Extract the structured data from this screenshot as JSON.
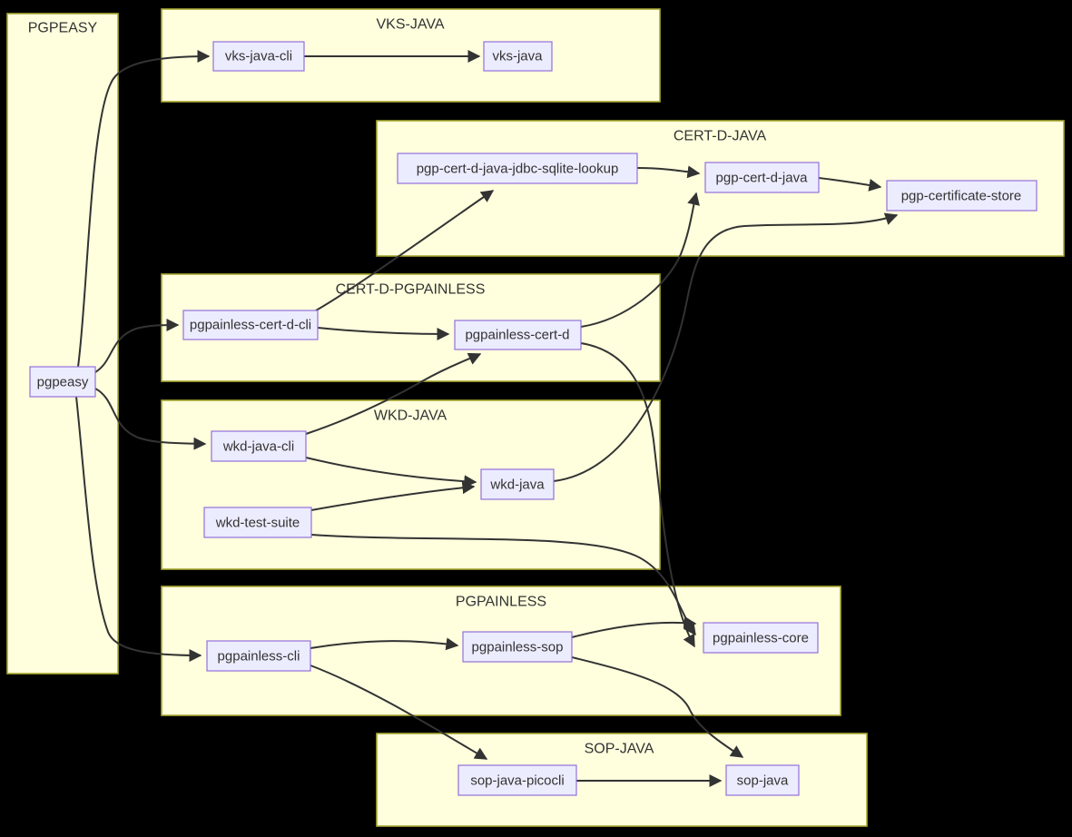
{
  "diagram": {
    "type": "dependency-graph",
    "colors": {
      "background": "#000000",
      "cluster_fill": "#ffffde",
      "cluster_border": "#aaaa33",
      "node_fill": "#ececff",
      "node_border": "#9370db",
      "edge": "#333333",
      "text": "#333333"
    }
  },
  "clusters": {
    "pgpeasy_group": {
      "label": "PGPEASY",
      "nodes": [
        "pgpeasy"
      ]
    },
    "vks_java_group": {
      "label": "VKS-JAVA",
      "nodes": [
        "vks-java-cli",
        "vks-java"
      ]
    },
    "cert_d_java_group": {
      "label": "CERT-D-JAVA",
      "nodes": [
        "pgp-cert-d-java-jdbc-sqlite-lookup",
        "pgp-cert-d-java",
        "pgp-certificate-store"
      ]
    },
    "cert_d_pgpainless_group": {
      "label": "CERT-D-PGPAINLESS",
      "nodes": [
        "pgpainless-cert-d-cli",
        "pgpainless-cert-d"
      ]
    },
    "wkd_java_group": {
      "label": "WKD-JAVA",
      "nodes": [
        "wkd-java-cli",
        "wkd-test-suite",
        "wkd-java"
      ]
    },
    "pgpainless_group": {
      "label": "PGPAINLESS",
      "nodes": [
        "pgpainless-cli",
        "pgpainless-sop",
        "pgpainless-core"
      ]
    },
    "sop_java_group": {
      "label": "SOP-JAVA",
      "nodes": [
        "sop-java-picocli",
        "sop-java"
      ]
    }
  },
  "nodes": {
    "pgpeasy": {
      "label": "pgpeasy"
    },
    "vks_java_cli": {
      "label": "vks-java-cli"
    },
    "vks_java": {
      "label": "vks-java"
    },
    "jdbc_sqlite_lookup": {
      "label": "pgp-cert-d-java-jdbc-sqlite-lookup"
    },
    "pgp_cert_d_java": {
      "label": "pgp-cert-d-java"
    },
    "pgp_certificate_store": {
      "label": "pgp-certificate-store"
    },
    "pgpainless_cert_d_cli": {
      "label": "pgpainless-cert-d-cli"
    },
    "pgpainless_cert_d": {
      "label": "pgpainless-cert-d"
    },
    "wkd_java_cli": {
      "label": "wkd-java-cli"
    },
    "wkd_test_suite": {
      "label": "wkd-test-suite"
    },
    "wkd_java": {
      "label": "wkd-java"
    },
    "pgpainless_cli": {
      "label": "pgpainless-cli"
    },
    "pgpainless_sop": {
      "label": "pgpainless-sop"
    },
    "pgpainless_core": {
      "label": "pgpainless-core"
    },
    "sop_java_picocli": {
      "label": "sop-java-picocli"
    },
    "sop_java": {
      "label": "sop-java"
    }
  },
  "edges": [
    {
      "from": "pgpeasy",
      "to": "vks-java-cli"
    },
    {
      "from": "pgpeasy",
      "to": "pgpainless-cert-d-cli"
    },
    {
      "from": "pgpeasy",
      "to": "wkd-java-cli"
    },
    {
      "from": "pgpeasy",
      "to": "pgpainless-cli"
    },
    {
      "from": "vks-java-cli",
      "to": "vks-java"
    },
    {
      "from": "pgp-cert-d-java-jdbc-sqlite-lookup",
      "to": "pgp-cert-d-java"
    },
    {
      "from": "pgp-cert-d-java",
      "to": "pgp-certificate-store"
    },
    {
      "from": "pgpainless-cert-d-cli",
      "to": "pgp-cert-d-java-jdbc-sqlite-lookup"
    },
    {
      "from": "pgpainless-cert-d-cli",
      "to": "pgpainless-cert-d"
    },
    {
      "from": "pgpainless-cert-d",
      "to": "pgp-cert-d-java"
    },
    {
      "from": "pgpainless-cert-d",
      "to": "pgpainless-core"
    },
    {
      "from": "wkd-java-cli",
      "to": "pgpainless-cert-d"
    },
    {
      "from": "wkd-java-cli",
      "to": "wkd-java"
    },
    {
      "from": "wkd-test-suite",
      "to": "wkd-java"
    },
    {
      "from": "wkd-test-suite",
      "to": "pgpainless-core"
    },
    {
      "from": "wkd-java",
      "to": "pgp-certificate-store"
    },
    {
      "from": "pgpainless-cli",
      "to": "pgpainless-sop"
    },
    {
      "from": "pgpainless-cli",
      "to": "sop-java-picocli"
    },
    {
      "from": "pgpainless-sop",
      "to": "pgpainless-core"
    },
    {
      "from": "pgpainless-sop",
      "to": "sop-java"
    },
    {
      "from": "sop-java-picocli",
      "to": "sop-java"
    }
  ]
}
